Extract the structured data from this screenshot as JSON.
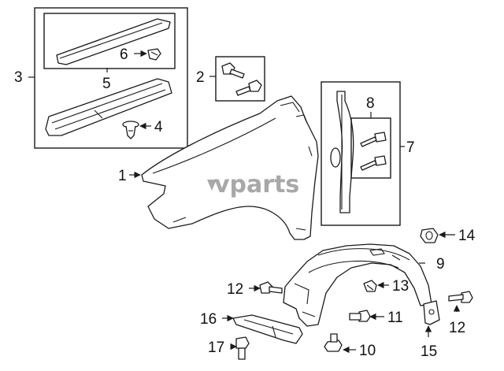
{
  "watermark": "vparts",
  "callouts": {
    "c1": "1",
    "c2": "2",
    "c3": "3",
    "c4": "4",
    "c5": "5",
    "c6": "6",
    "c7": "7",
    "c8": "8",
    "c9": "9",
    "c10": "10",
    "c11": "11",
    "c12a": "12",
    "c12b": "12",
    "c13": "13",
    "c14": "14",
    "c15": "15",
    "c16": "16",
    "c17": "17"
  },
  "colors": {
    "line": "#1a1a1a",
    "background": "#ffffff",
    "watermark": "#9a9a9a"
  }
}
